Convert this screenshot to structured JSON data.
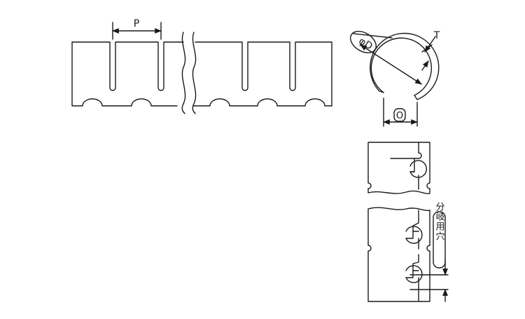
{
  "figure": {
    "labels": {
      "pitch": "P",
      "diameter": "φD",
      "thickness": "T",
      "opening": "O",
      "branch_hole": "分岐用穴"
    },
    "colors": {
      "line": "#1a1a1a",
      "background": "#ffffff"
    }
  }
}
